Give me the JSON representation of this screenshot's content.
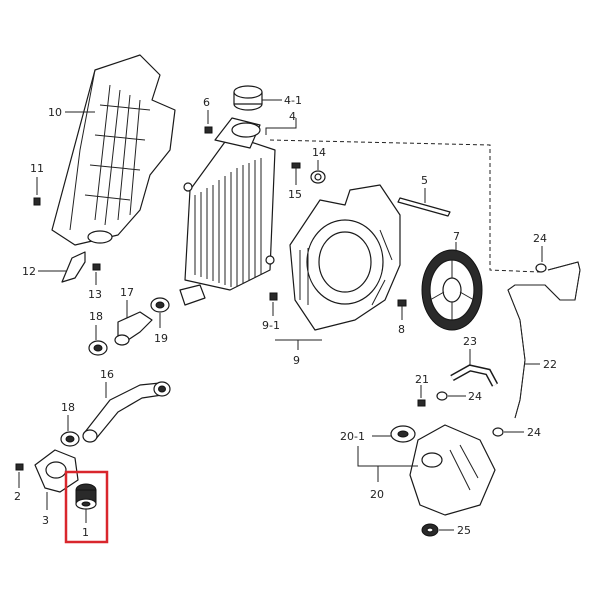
{
  "diagram": {
    "labels": {
      "p1": "1",
      "p2": "2",
      "p3": "3",
      "p4": "4",
      "p4_1": "4-1",
      "p5": "5",
      "p6": "6",
      "p7": "7",
      "p8": "8",
      "p9": "9",
      "p9_1": "9-1",
      "p10": "10",
      "p11": "11",
      "p12": "12",
      "p13": "13",
      "p14": "14",
      "p15": "15",
      "p16": "16",
      "p17": "17",
      "p18a": "18",
      "p18b": "18",
      "p19": "19",
      "p20": "20",
      "p20_1": "20-1",
      "p21": "21",
      "p22": "22",
      "p23": "23",
      "p24a": "24",
      "p24b": "24",
      "p24c": "24",
      "p25": "25"
    },
    "highlight_color": "#d9262c",
    "line_color": "#222222"
  }
}
